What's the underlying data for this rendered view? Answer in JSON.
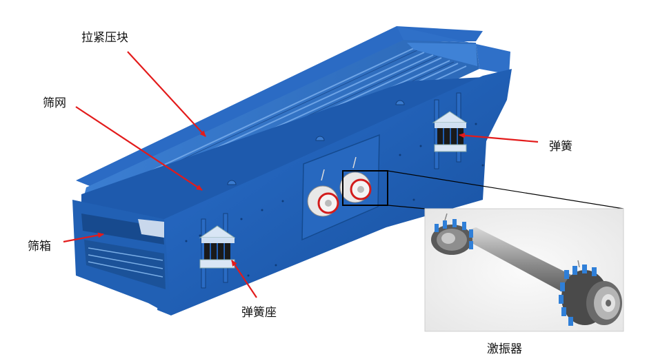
{
  "labels": {
    "clamp_block": "拉紧压块",
    "screen_mesh": "筛网",
    "screen_box": "筛箱",
    "spring": "弹簧",
    "spring_seat": "弹簧座",
    "exciter": "激振器"
  },
  "colors": {
    "arrow": "#e31b1b",
    "machine_blue": "#1f5fb8",
    "background": "#ffffff"
  }
}
